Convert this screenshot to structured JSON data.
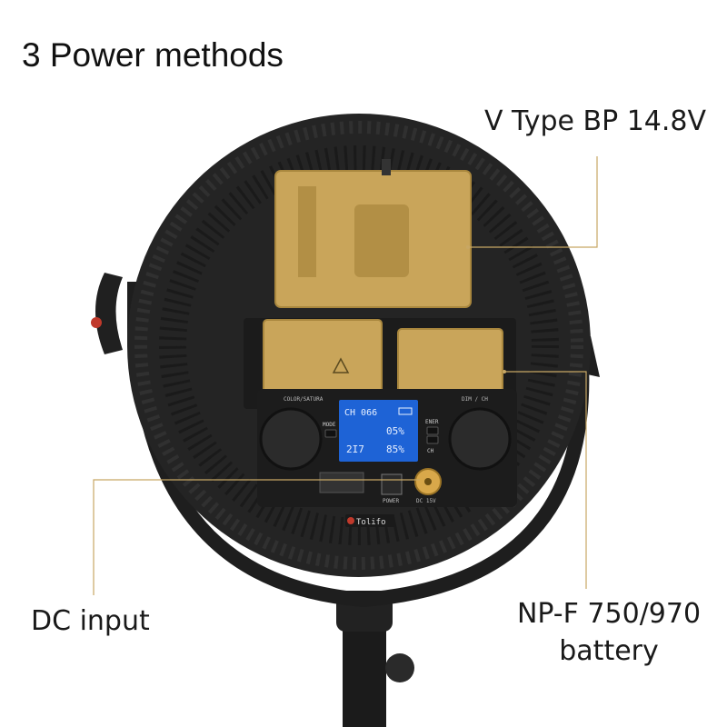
{
  "title": "3 Power methods",
  "callouts": {
    "vtype": "V Type BP 14.8V",
    "dc_input": "DC input",
    "npf_line1": "NP-F 750/970",
    "npf_line2": "battery"
  },
  "device": {
    "brand": "Tolifo",
    "labels": {
      "color_satura": "COLOR/SATURA",
      "dim_ch": "DIM / CH",
      "mode": "MODE",
      "enter": "ENER",
      "ch": "CH",
      "power": "POWER",
      "dc_in": "DC 15V"
    },
    "lcd": {
      "channel": "CH 066",
      "percent_top": "05%",
      "temp": "2I7",
      "percent_bottom": "85%"
    }
  },
  "colors": {
    "background": "#ffffff",
    "panel": "#242424",
    "battery": "#c9a55a",
    "lcd": "#1e63d6",
    "leader_line": "#c8a764",
    "dc_knob": "#d9a84a"
  }
}
